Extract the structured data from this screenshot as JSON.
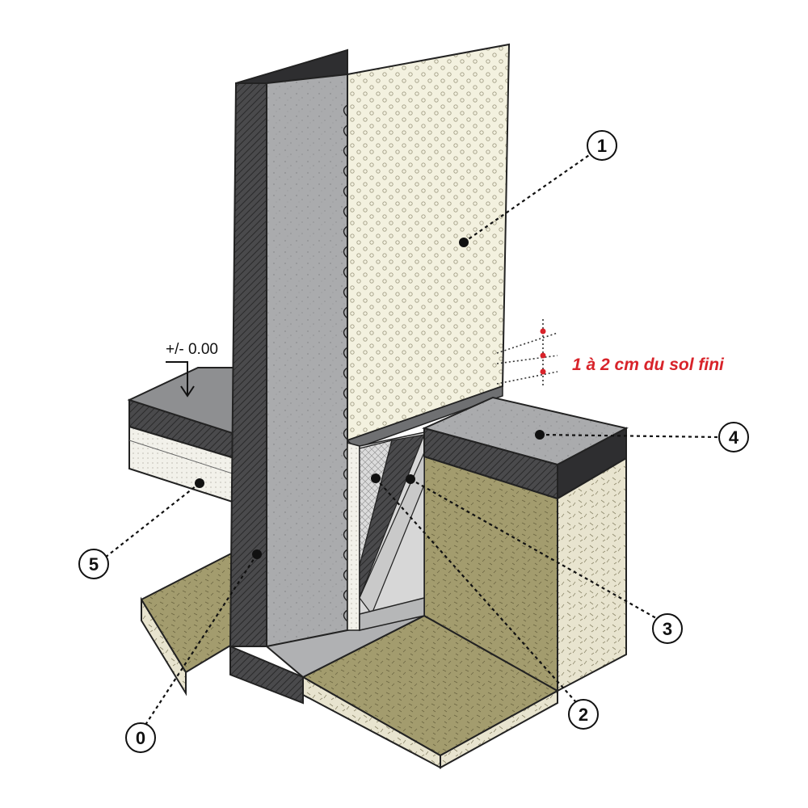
{
  "diagram": {
    "level_label": "+/- 0.00",
    "note": {
      "text": "1 à 2 cm du sol fini",
      "color": "#d8232a"
    },
    "callouts": [
      {
        "id": "1",
        "label": "1"
      },
      {
        "id": "2",
        "label": "2"
      },
      {
        "id": "3",
        "label": "3"
      },
      {
        "id": "4",
        "label": "4"
      },
      {
        "id": "5",
        "label": "5"
      },
      {
        "id": "0",
        "label": "0"
      }
    ],
    "colors": {
      "concrete_dark": "#3d3d3f",
      "concrete_light": "#a9aaac",
      "insulation_panel": "#f3f1df",
      "soil_top": "#a39c6e",
      "gravel": "#e8e4cf",
      "screed": "#8e8f91"
    }
  }
}
